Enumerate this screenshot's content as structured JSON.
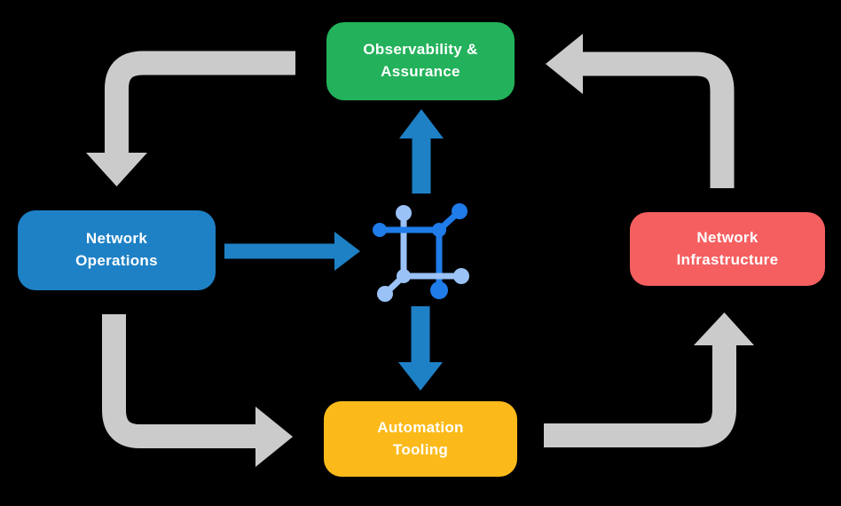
{
  "diagram": {
    "type": "cycle-flow-diagram",
    "nodes": {
      "assurance": {
        "label": "Observability &\nAssurance",
        "color": "#23B25B"
      },
      "operations": {
        "label": "Network\nOperations",
        "color": "#1E81C6"
      },
      "infrastructure": {
        "label": "Network\nInfrastructure",
        "color": "#F65F60"
      },
      "tooling": {
        "label": "Automation\nTooling",
        "color": "#FCBA1A"
      }
    },
    "center_icon": "network-platform-icon",
    "cycle_arrows": [
      "assurance-to-operations",
      "operations-to-tooling",
      "tooling-to-infrastructure",
      "infrastructure-to-assurance"
    ],
    "flow_arrows": [
      "operations-to-platform",
      "platform-to-assurance",
      "platform-to-tooling"
    ],
    "colors": {
      "background": "#000000",
      "text": "#FFFFFF",
      "cycle_arrow": "#CBCBCB",
      "flow_arrow": "#1E81C6",
      "icon_dark": "#1F7CE9",
      "icon_light": "#9AC2F6"
    }
  }
}
